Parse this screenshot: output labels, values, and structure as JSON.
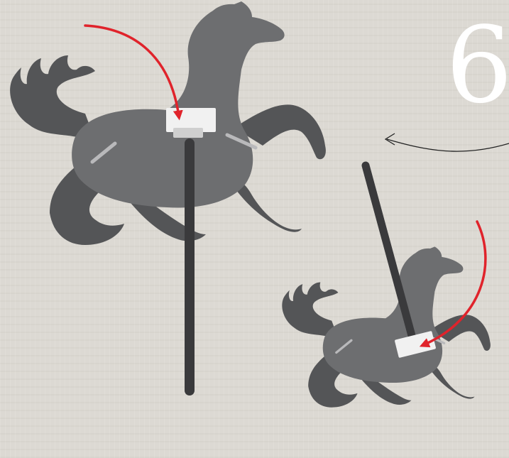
{
  "step": {
    "number": "6"
  },
  "colors": {
    "background": "#dcd9d3",
    "puppet_light": "#6d6e70",
    "puppet_dark": "#545557",
    "rod": "#3a3a3c",
    "clip": "#f1f1f1",
    "clip_shadow": "#cfcfcf",
    "arrow_red": "#e0232b",
    "arrow_thin": "#222222",
    "step_number": "#ffffff"
  },
  "icons": [
    "dog-puppet-large",
    "dog-puppet-small",
    "curved-arrow"
  ]
}
